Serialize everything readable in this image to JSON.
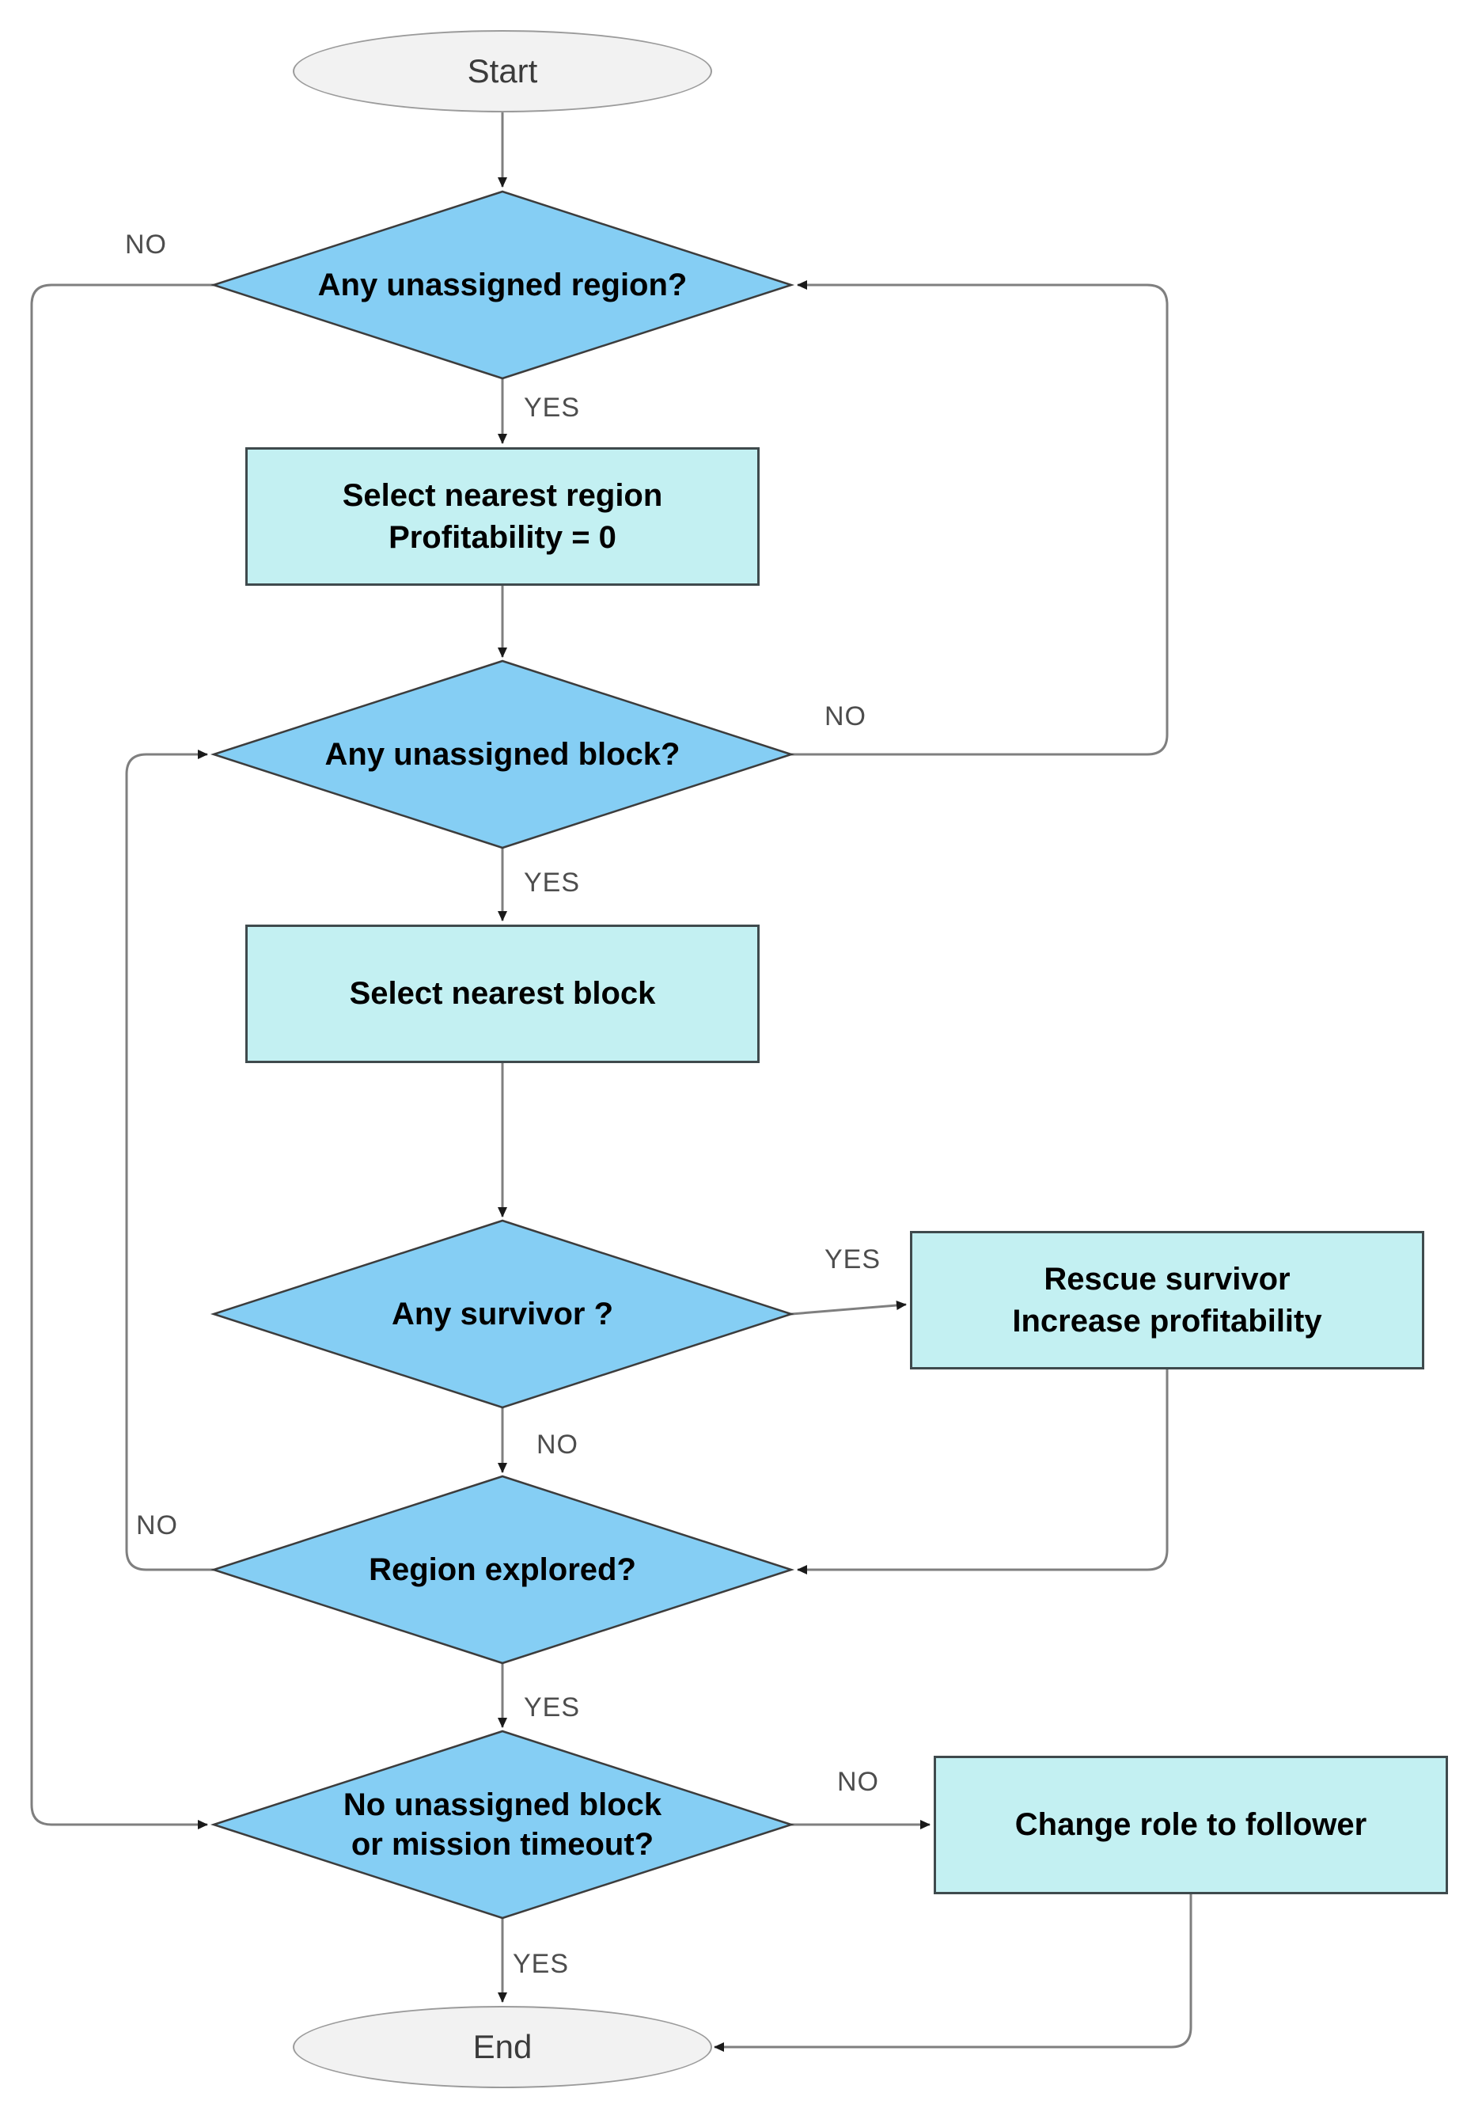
{
  "flowchart": {
    "title_hint": "Rescue mission role flowchart",
    "colors": {
      "decision_fill": "#85CEF4",
      "decision_border": "#3c3c3c",
      "process_fill": "#C3F0F2",
      "process_border": "#3f4a4d",
      "terminal_fill": "#F2F2F2",
      "terminal_border": "#9B9B9B",
      "connector_line": "#7f7f7f",
      "arrowhead": "#1a1a1a",
      "edge_label_text": "#4d4d4d",
      "node_text": "#000000"
    },
    "nodes": {
      "start": {
        "label": "Start"
      },
      "d_region": {
        "label": "Any unassigned region?"
      },
      "p_select_region": {
        "line1": "Select nearest region",
        "line2": "Profitability = 0"
      },
      "d_block": {
        "label": "Any unassigned block?"
      },
      "p_select_block": {
        "label": "Select nearest block"
      },
      "d_survivor": {
        "label": "Any survivor ?"
      },
      "p_rescue": {
        "line1": "Rescue survivor",
        "line2": "Increase profitability"
      },
      "d_explored": {
        "label": "Region explored?"
      },
      "d_timeout": {
        "line1": "No unassigned block",
        "line2": "or mission timeout?"
      },
      "p_change_role": {
        "label": "Change role to follower"
      },
      "end": {
        "label": "End"
      }
    },
    "edge_labels": {
      "region_no": "NO",
      "region_yes": "YES",
      "block_no": "NO",
      "block_yes": "YES",
      "survivor_yes": "YES",
      "survivor_no": "NO",
      "explored_no": "NO",
      "explored_yes": "YES",
      "timeout_no": "NO",
      "timeout_yes": "YES"
    }
  }
}
